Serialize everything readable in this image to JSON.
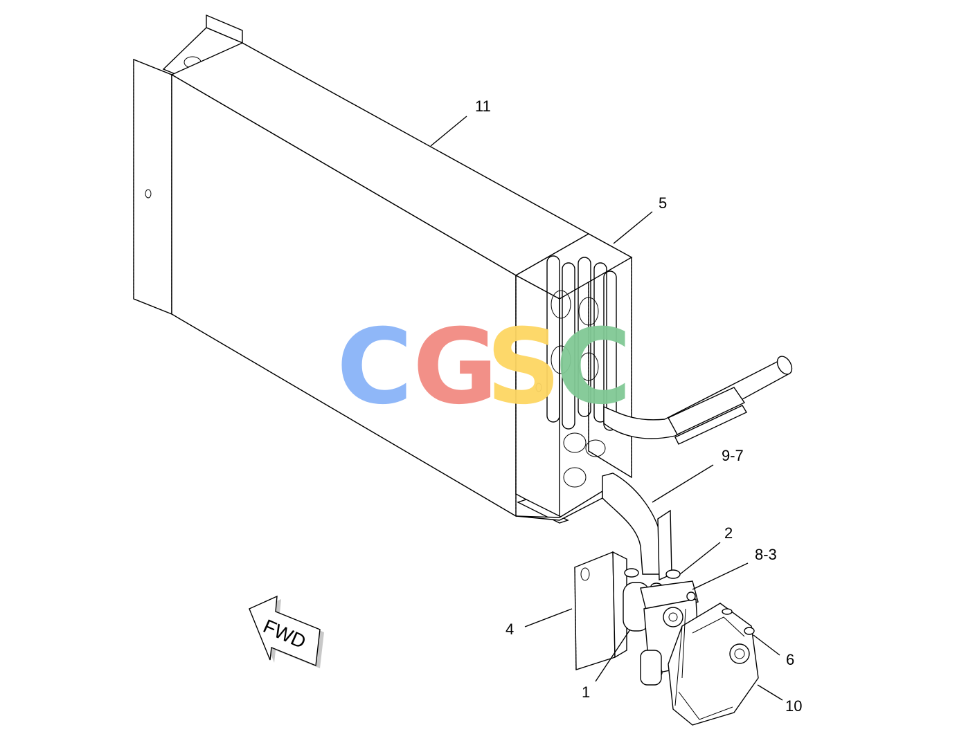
{
  "callouts": {
    "c11": "11",
    "c5": "5",
    "c9_7": "9-7",
    "c2": "2",
    "c8_3": "8-3",
    "c4": "4",
    "c6": "6",
    "c1": "1",
    "c10": "10"
  },
  "direction_arrow": {
    "label": "FWD",
    "icon": "arrow-forward-icon"
  },
  "watermark": {
    "text": "CGSC",
    "letters": [
      "C",
      "G",
      "S",
      "C"
    ],
    "colors": [
      "#8ab4f8",
      "#f28b82",
      "#fdd663",
      "#81c995"
    ]
  }
}
